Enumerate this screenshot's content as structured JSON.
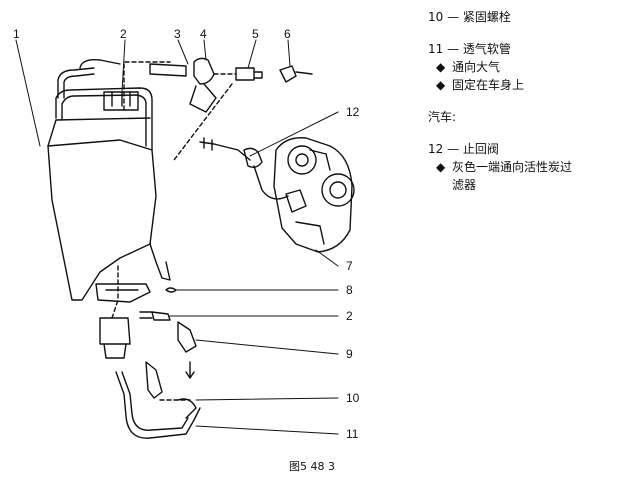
{
  "figure": {
    "caption": "图5 48 3",
    "callouts": [
      "1",
      "2",
      "3",
      "4",
      "5",
      "6",
      "12",
      "7",
      "8",
      "2",
      "9",
      "10",
      "11"
    ]
  },
  "legend": {
    "entry10": {
      "text": "10 — 紧固螺栓"
    },
    "entry11": {
      "text": "11 — 透气软管",
      "items": [
        "通向大气",
        "固定在车身上"
      ]
    },
    "section": "汽车:",
    "entry12": {
      "text": "12 — 止回阀",
      "items": [
        "灰色一端通向活性炭过",
        "滤器"
      ]
    },
    "bullet": "◆"
  }
}
